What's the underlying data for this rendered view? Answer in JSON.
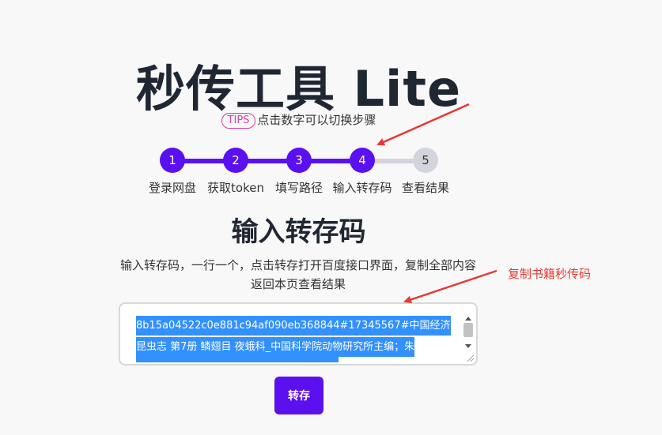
{
  "app": {
    "title": "秒传工具 Lite"
  },
  "tips": {
    "badge": "TIPS",
    "text": "点击数字可以切换步骤"
  },
  "stepper": {
    "current_step": 4,
    "steps": [
      {
        "number": "1",
        "label": "登录网盘",
        "state": "done"
      },
      {
        "number": "2",
        "label": "获取token",
        "state": "done"
      },
      {
        "number": "3",
        "label": "填写路径",
        "state": "done"
      },
      {
        "number": "4",
        "label": "输入转存码",
        "state": "active"
      },
      {
        "number": "5",
        "label": "查看结果",
        "state": "pending"
      }
    ]
  },
  "section": {
    "title": "输入转存码",
    "description": "输入转存码，一行一个，点击转存打开百度接口界面，复制全部内容返回本页查看结果"
  },
  "input": {
    "value_line1": "8b15a04522c0e881c94af090eb368844#17345567#中国经济",
    "value_line2": "昆虫志  第7册  鳞翅目  夜蛾科_中国科学院动物研究所主编；朱",
    "value_line3": ""
  },
  "submit_button": {
    "label": "转存"
  },
  "annotation": {
    "label": "复制书籍秒传码",
    "color": "#e53935"
  },
  "colors": {
    "accent": "#5b10f0",
    "inactive": "#d4d4dc",
    "tips_badge": "#d63fa4",
    "selection": "#3390ff"
  }
}
